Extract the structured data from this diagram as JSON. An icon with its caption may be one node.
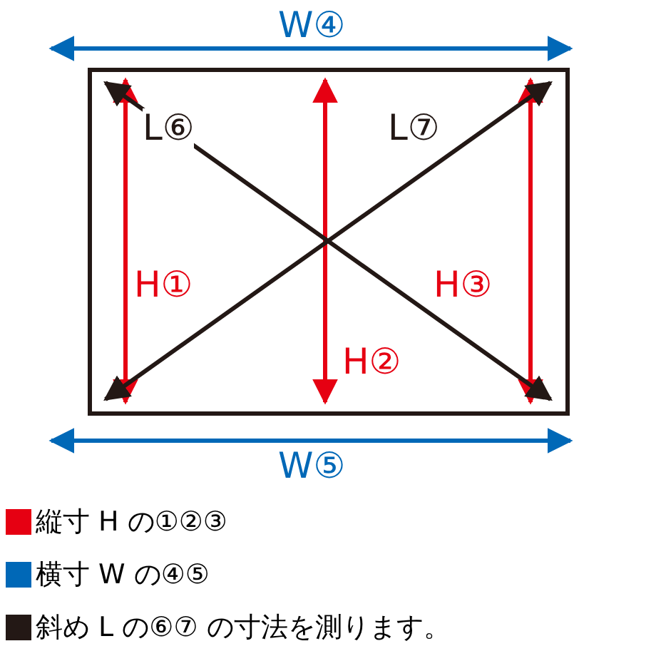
{
  "diagram": {
    "labels": [
      "W④",
      "L⑥",
      "L⑦",
      "H①",
      "H③",
      "H②",
      "W⑤"
    ],
    "legend": [
      {
        "text": "縦寸 H の①②③",
        "color": "#e60012"
      },
      {
        "text": "横寸 W の④⑤",
        "color": "#0068b7"
      },
      {
        "text": "斜め L の⑥⑦ の寸法を測ります。",
        "color": "#231815"
      }
    ]
  }
}
